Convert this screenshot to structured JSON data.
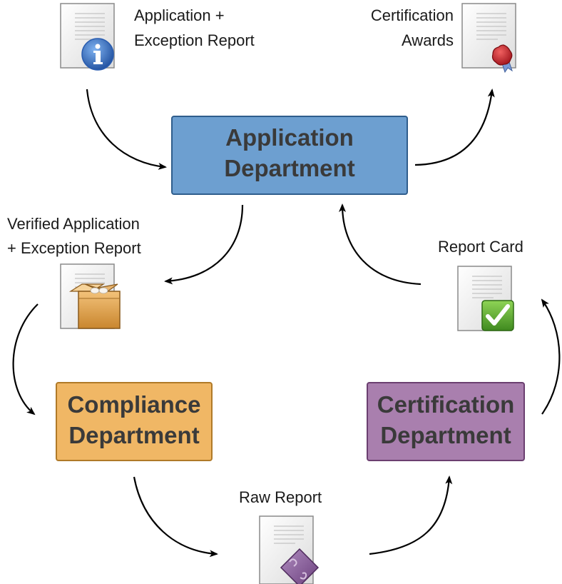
{
  "departments": {
    "application": {
      "line1": "Application",
      "line2": "Department",
      "color": "#6d9fd0",
      "border": "#2f5d8c"
    },
    "compliance": {
      "line1": "Compliance",
      "line2": "Department",
      "color": "#f0b765",
      "border": "#b07a28"
    },
    "certification": {
      "line1": "Certification",
      "line2": "Department",
      "color": "#a97fae",
      "border": "#6b3f70"
    }
  },
  "documents": {
    "application_exception": {
      "line1": "Application +",
      "line2": "Exception Report",
      "icon": "info-document-icon",
      "badge_color": "#2a5db0"
    },
    "certification_awards": {
      "line1": "Certification",
      "line2": "Awards",
      "icon": "certificate-seal-icon",
      "badge_color": "#c8202a"
    },
    "verified_application": {
      "line1": "Verified Application",
      "line2": "+ Exception Report",
      "icon": "package-document-icon",
      "badge_color": "#d9963e"
    },
    "report_card": {
      "line1": "Report Card",
      "icon": "checkmark-document-icon",
      "badge_color": "#4e9a2e"
    },
    "raw_report": {
      "line1": "Raw Report",
      "icon": "puzzle-document-icon",
      "badge_color": "#7a4f8c"
    }
  }
}
